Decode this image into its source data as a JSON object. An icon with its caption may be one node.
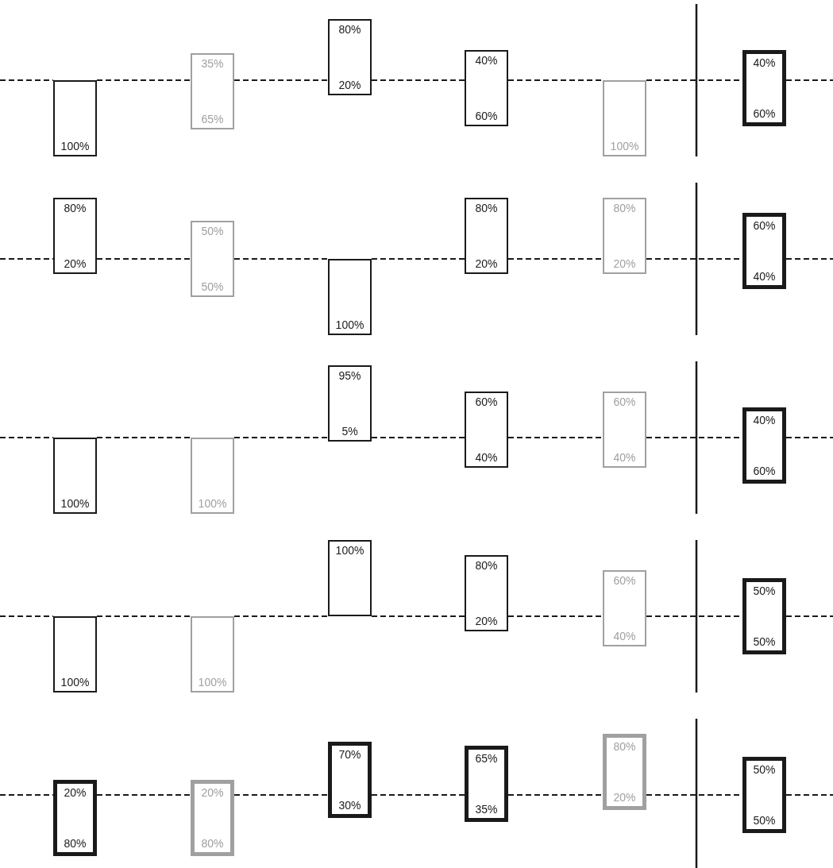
{
  "diagram": {
    "nodes": [
      {
        "text": [
          "100%"
        ]
      },
      {
        "text": [
          "35%",
          "65%"
        ]
      },
      {
        "text": [
          "80%",
          "20%"
        ]
      },
      {
        "text": [
          "40%",
          "60%"
        ]
      },
      {
        "text": [
          "100%"
        ]
      },
      {
        "text": [
          "40%",
          "60%"
        ]
      },
      {
        "text": [
          "80%",
          "20%"
        ]
      },
      {
        "text": [
          "50%",
          "50%"
        ]
      },
      {
        "text": [
          "100%"
        ]
      },
      {
        "text": [
          "80%",
          "20%"
        ]
      },
      {
        "text": [
          "80%",
          "20%"
        ]
      },
      {
        "text": [
          "60%",
          "40%"
        ]
      },
      {
        "text": [
          "100%"
        ]
      },
      {
        "text": [
          "100%"
        ]
      },
      {
        "text": [
          "95%",
          "5%"
        ]
      },
      {
        "text": [
          "60%",
          "40%"
        ]
      },
      {
        "text": [
          "60%",
          "40%"
        ]
      },
      {
        "text": [
          "40%",
          "60%"
        ]
      },
      {
        "text": [
          "100%"
        ]
      },
      {
        "text": [
          "100%"
        ]
      },
      {
        "text": [
          "100%"
        ]
      },
      {
        "text": [
          "80%",
          "20%"
        ]
      },
      {
        "text": [
          "60%",
          "40%"
        ]
      },
      {
        "text": [
          "50%",
          "50%"
        ]
      },
      {
        "text": [
          "20%",
          "80%"
        ]
      },
      {
        "text": [
          "20%",
          "80%"
        ]
      },
      {
        "text": [
          "70%",
          "30%"
        ]
      },
      {
        "text": [
          "65%",
          "35%"
        ]
      },
      {
        "text": [
          "80%",
          "20%"
        ]
      },
      {
        "text": [
          "50%",
          "50%"
        ]
      }
    ],
    "edges": [
      {
        "from": null,
        "to": 0,
        "arrow": "none",
        "style": "dashed"
      },
      {
        "from": 0,
        "to": 1,
        "arrow": "none",
        "style": "dashed"
      },
      {
        "from": 1,
        "to": 2,
        "arrow": "none",
        "style": "dashed"
      },
      {
        "from": 2,
        "to": 3,
        "arrow": "none",
        "style": "dashed"
      },
      {
        "from": 3,
        "to": 4,
        "arrow": "none",
        "style": "dashed"
      },
      {
        "from": 4,
        "to": 5,
        "arrow": "none",
        "style": "dashed"
      },
      {
        "from": 5,
        "to": null,
        "arrow": "none",
        "style": "dashed"
      },
      {
        "from": null,
        "to": 6,
        "arrow": "none",
        "style": "dashed"
      },
      {
        "from": 6,
        "to": 7,
        "arrow": "none",
        "style": "dashed"
      },
      {
        "from": 7,
        "to": 8,
        "arrow": "none",
        "style": "dashed"
      },
      {
        "from": 8,
        "to": 9,
        "arrow": "none",
        "style": "dashed"
      },
      {
        "from": 9,
        "to": 10,
        "arrow": "none",
        "style": "dashed"
      },
      {
        "from": 10,
        "to": 11,
        "arrow": "none",
        "style": "dashed"
      },
      {
        "from": 11,
        "to": null,
        "arrow": "none",
        "style": "dashed"
      },
      {
        "from": null,
        "to": 12,
        "arrow": "none",
        "style": "dashed"
      },
      {
        "from": 12,
        "to": 13,
        "arrow": "none",
        "style": "dashed"
      },
      {
        "from": 13,
        "to": 14,
        "arrow": "none",
        "style": "dashed"
      },
      {
        "from": 14,
        "to": 15,
        "arrow": "none",
        "style": "dashed"
      },
      {
        "from": 15,
        "to": 16,
        "arrow": "none",
        "style": "dashed"
      },
      {
        "from": 16,
        "to": 17,
        "arrow": "none",
        "style": "dashed"
      },
      {
        "from": 17,
        "to": null,
        "arrow": "none",
        "style": "dashed"
      },
      {
        "from": null,
        "to": 18,
        "arrow": "none",
        "style": "dashed"
      },
      {
        "from": 18,
        "to": 19,
        "arrow": "none",
        "style": "dashed"
      },
      {
        "from": 19,
        "to": 20,
        "arrow": "none",
        "style": "dashed"
      },
      {
        "from": 20,
        "to": 21,
        "arrow": "none",
        "style": "dashed"
      },
      {
        "from": 21,
        "to": 22,
        "arrow": "none",
        "style": "dashed"
      },
      {
        "from": 22,
        "to": 23,
        "arrow": "none",
        "style": "dashed"
      },
      {
        "from": 23,
        "to": null,
        "arrow": "none",
        "style": "dashed"
      },
      {
        "from": null,
        "to": 24,
        "arrow": "none",
        "style": "dashed"
      },
      {
        "from": 24,
        "to": 25,
        "arrow": "none",
        "style": "dashed"
      },
      {
        "from": 25,
        "to": 26,
        "arrow": "none",
        "style": "dashed"
      },
      {
        "from": 26,
        "to": 27,
        "arrow": "none",
        "style": "dashed"
      },
      {
        "from": 27,
        "to": 28,
        "arrow": "none",
        "style": "dashed"
      },
      {
        "from": 28,
        "to": 29,
        "arrow": "none",
        "style": "dashed"
      },
      {
        "from": 29,
        "to": null,
        "arrow": "none",
        "style": "dashed"
      }
    ]
  }
}
